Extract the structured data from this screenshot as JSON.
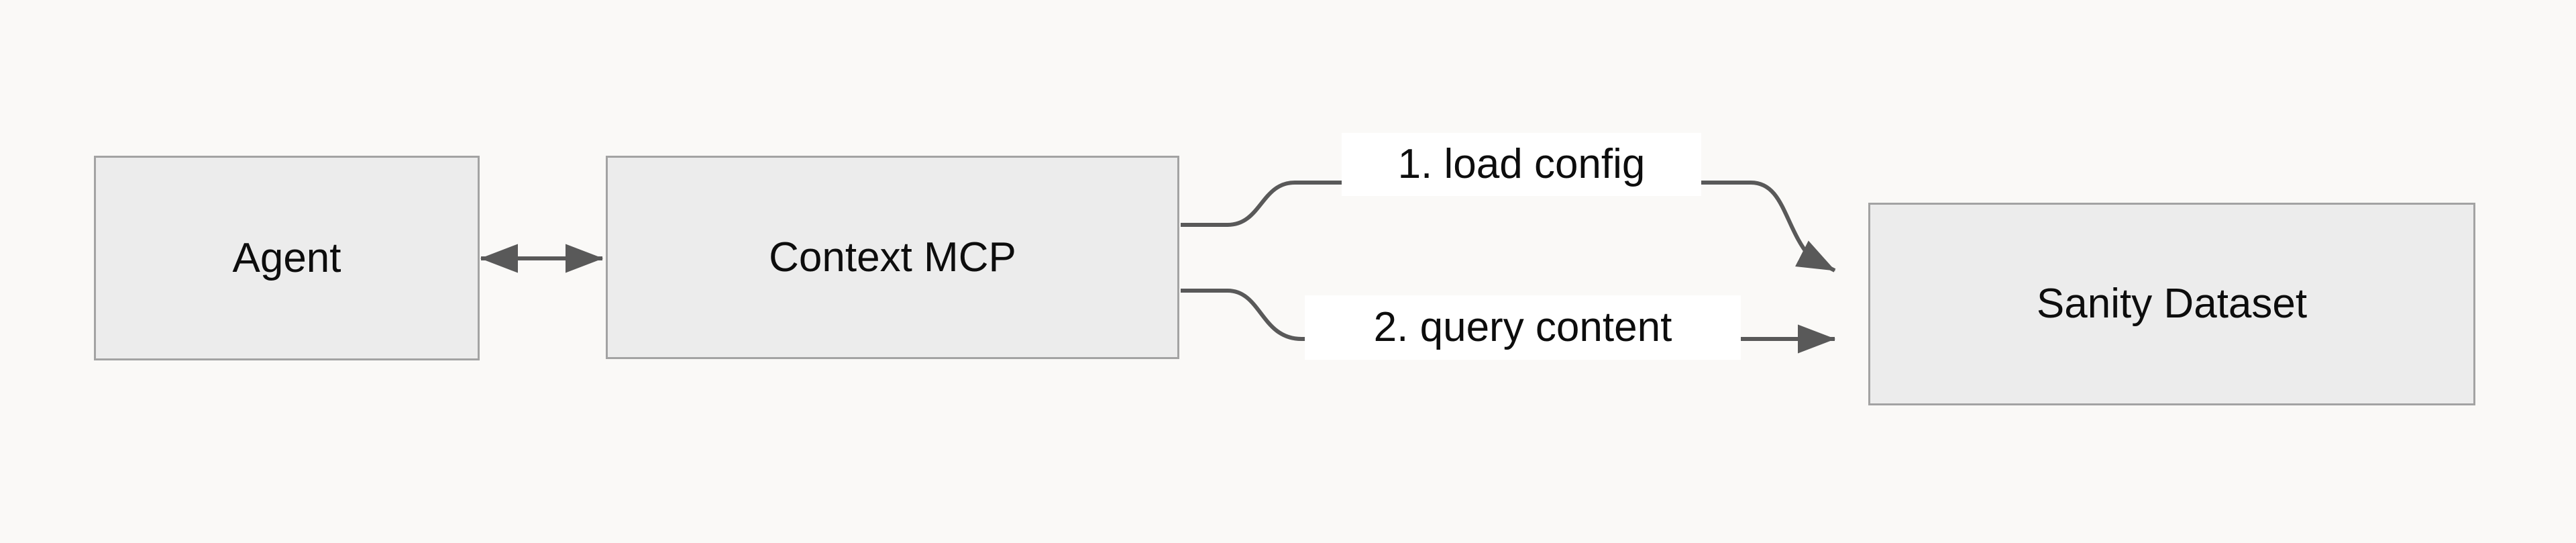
{
  "diagram": {
    "title": "Agent to Context MCP to Sanity Dataset flow",
    "background_color": "#faf9f7",
    "node_fill_color": "#ececec",
    "node_border_color": "#a3a3a3",
    "edge_color": "#595959",
    "label_background_color": "#ffffff",
    "text_color": "#0d0d0d",
    "nodes": [
      {
        "id": "agent",
        "label": "Agent"
      },
      {
        "id": "mcp",
        "label": "Context MCP"
      },
      {
        "id": "dataset",
        "label": "Sanity Dataset"
      }
    ],
    "edges": [
      {
        "id": "agent-mcp",
        "from": "agent",
        "to": "mcp",
        "label": "",
        "direction": "bidirectional"
      },
      {
        "id": "mcp-dataset-1",
        "from": "mcp",
        "to": "dataset",
        "label": "1. load config",
        "direction": "forward"
      },
      {
        "id": "mcp-dataset-2",
        "from": "mcp",
        "to": "dataset",
        "label": "2. query content",
        "direction": "forward"
      }
    ]
  }
}
